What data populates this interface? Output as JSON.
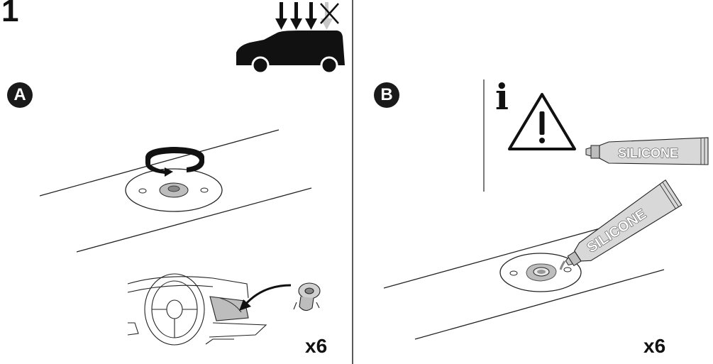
{
  "step": {
    "number": "1"
  },
  "panels": {
    "a": {
      "badge": "A",
      "quantity": "x6"
    },
    "b": {
      "badge": "B",
      "quantity": "x6"
    }
  },
  "info": {
    "symbol": "i"
  },
  "tubes": {
    "upper_label": "SILICONE",
    "lower_label": "SILICONE"
  },
  "icons": [
    "down-arrow-icon",
    "cross-icon",
    "car-silhouette-icon",
    "rotate-arrow-icon",
    "warning-triangle-icon",
    "info-icon",
    "silicone-tube-icon",
    "push-clip-icon",
    "dashboard-icon"
  ],
  "colors": {
    "ink": "#111111",
    "badge": "#1a1a1a",
    "surface": "#ededed",
    "tube": "#d8d8d8"
  }
}
